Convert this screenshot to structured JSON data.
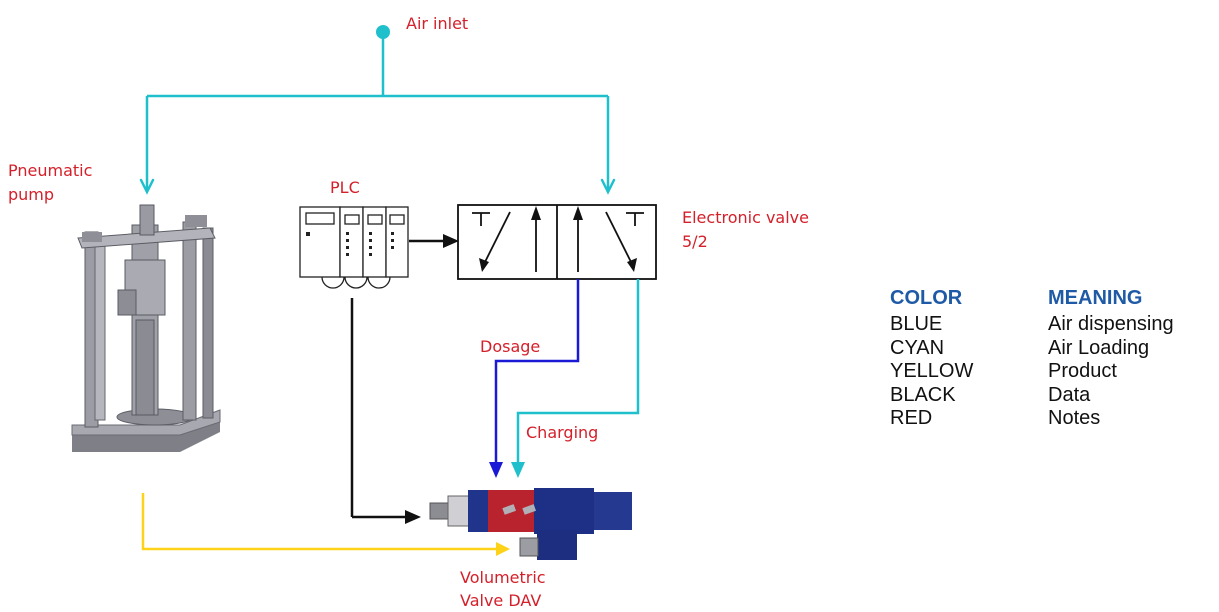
{
  "labels": {
    "air_inlet": "Air inlet",
    "pneumatic_pump_line1": "Pneumatic",
    "pneumatic_pump_line2": "pump",
    "plc": "PLC",
    "electronic_valve_line1": "Electronic valve",
    "electronic_valve_line2": "5/2",
    "dosage": "Dosage",
    "charging": "Charging",
    "volumetric_valve_line1": "Volumetric",
    "volumetric_valve_line2": "Valve DAV"
  },
  "legend": {
    "header_color": "COLOR",
    "header_meaning": "MEANING",
    "rows": [
      {
        "color": "BLUE",
        "meaning": "Air dispensing"
      },
      {
        "color": "CYAN",
        "meaning": "Air Loading"
      },
      {
        "color": "YELLOW",
        "meaning": "Product"
      },
      {
        "color": "BLACK",
        "meaning": "Data"
      },
      {
        "color": "RED",
        "meaning": "Notes"
      }
    ]
  },
  "colors": {
    "blue": "#1a1ad6",
    "cyan": "#1fc0cc",
    "yellow": "#ffd21a",
    "black": "#111111",
    "red_notes": "#d4202a",
    "legend_header": "#1f5aa6"
  }
}
